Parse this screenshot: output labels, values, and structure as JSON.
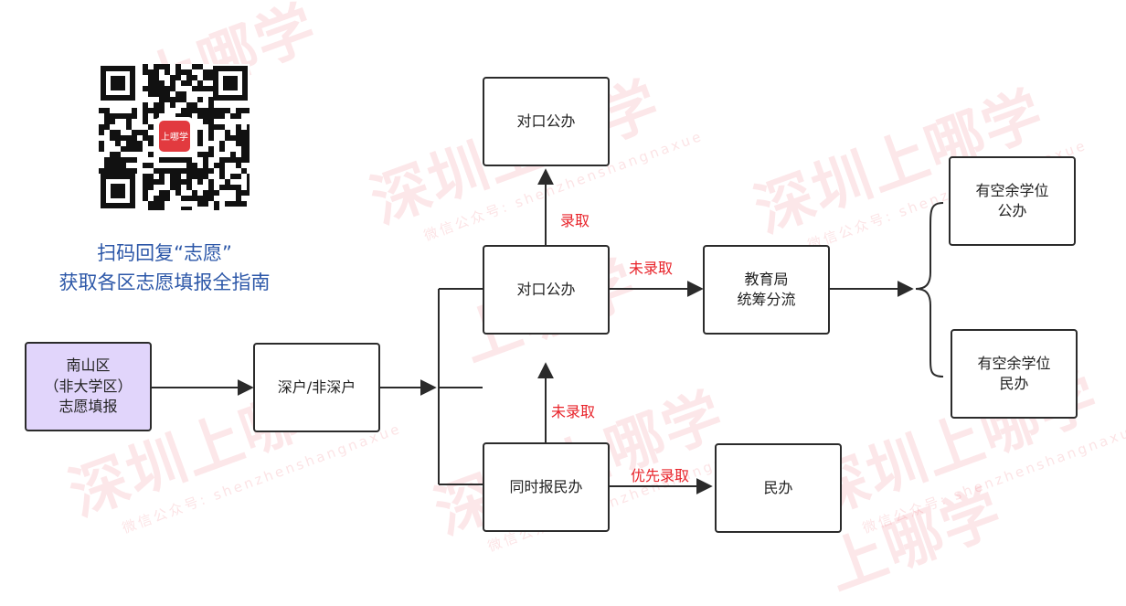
{
  "promo": {
    "line1": "扫码回复“志愿”",
    "line2": "获取各区志愿填报全指南"
  },
  "qr_icon_name": "qr-code-icon",
  "qr_logo_text": "上哪学",
  "nodes": {
    "nanshan": "南山区\n（非大学区）\n志愿填报",
    "hukou": "深户/非深户",
    "duikou_top": "对口公办",
    "duikou_mid": "对口公办",
    "tongshi_minban": "同时报民办",
    "jiaoyuju": "教育局\n统筹分流",
    "minban": "民办",
    "youkong_gongban": "有空余学位\n公办",
    "youkong_minban": "有空余学位\n民办"
  },
  "edge_labels": {
    "luqu": "录取",
    "wei_luqu_right": "未录取",
    "wei_luqu_up": "未录取",
    "youxian_luqu": "优先录取"
  },
  "watermark": {
    "brand": "深圳上哪学",
    "small_brand": "上哪学",
    "sub": "微信公众号: shenzhenshangnaxue"
  },
  "colors": {
    "node_border": "#2b2b2b",
    "highlight_fill": "#e1d5fb",
    "edge_label": "#e8232a",
    "promo_text": "#2c57a8"
  }
}
